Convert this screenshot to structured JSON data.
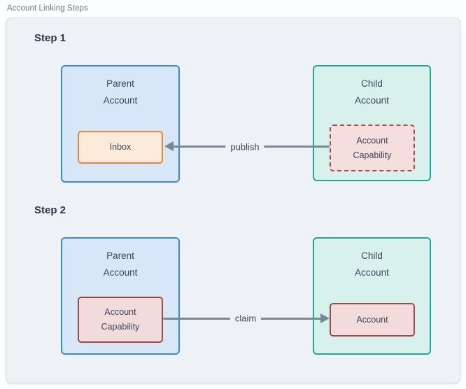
{
  "diagram": {
    "title": "Account Linking Steps",
    "steps": [
      {
        "label": "Step 1",
        "parent": {
          "title": "Parent Account",
          "inner": "Inbox"
        },
        "child": {
          "title": "Child Account",
          "inner": "Account Capability"
        },
        "arrow": {
          "label": "publish",
          "direction": "left"
        }
      },
      {
        "label": "Step 2",
        "parent": {
          "title": "Parent Account",
          "inner": "Account Capability"
        },
        "child": {
          "title": "Child Account",
          "inner": "Account"
        },
        "arrow": {
          "label": "claim",
          "direction": "right"
        }
      }
    ],
    "colors": {
      "container_bg": "#eef2f6",
      "container_border": "#d3dbe2",
      "parent_bg": "#d7e7f8",
      "parent_border": "#3e88da",
      "child_bg": "#d8f1ec",
      "child_border": "#21a795",
      "inbox_bg": "#fcebda",
      "inbox_border": "#e1893f",
      "capability_bg": "#f2dcdb",
      "capability_border": "#9d4b48",
      "arrow": "#7b8794",
      "text": "#3d4757",
      "title_text": "#68788c"
    }
  }
}
